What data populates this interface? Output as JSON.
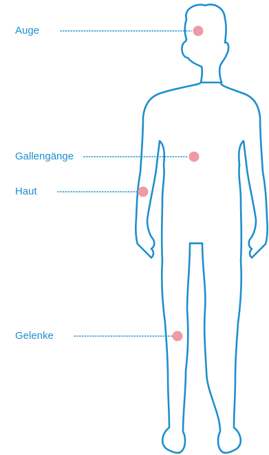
{
  "colors": {
    "outline": "#1c8fcc",
    "label": "#1c8fcc",
    "leader": "#1c8fcc",
    "marker": "#f09aa6"
  },
  "labels": [
    {
      "id": "auge",
      "text": "Auge"
    },
    {
      "id": "gallengaenge",
      "text": "Gallengänge"
    },
    {
      "id": "haut",
      "text": "Haut"
    },
    {
      "id": "gelenke",
      "text": "Gelenke"
    }
  ]
}
